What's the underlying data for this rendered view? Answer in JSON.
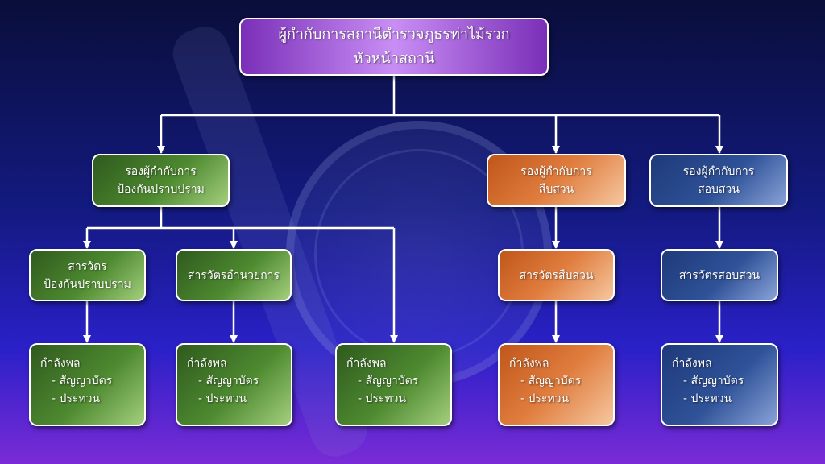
{
  "top": {
    "line1": "ผู้กำกับการสถานีตำรวจภูธรท่าไม้รวก",
    "line2": "หัวหน้าสถานี"
  },
  "deputies": [
    {
      "line1": "รองผู้กำกับการ",
      "line2": "ป้องกันปราบปราม"
    },
    {
      "line1": "รองผู้กำกับการ",
      "line2": "สืบสวน"
    },
    {
      "line1": "รองผู้กำกับการ",
      "line2": "สอบสวน"
    }
  ],
  "inspectors": [
    {
      "line1": "สารวัตร",
      "line2": "ป้องกันปราบปราม"
    },
    {
      "line1": "สารวัตรอำนวยการ",
      "line2": ""
    },
    {
      "line1": "สารวัตรสืบสวน",
      "line2": ""
    },
    {
      "line1": "สารวัตรสอบสวน",
      "line2": ""
    }
  ],
  "staff": {
    "title": "กำลังพล",
    "item1": "- สัญญาบัตร",
    "item2": "- ประทวน"
  },
  "colors": {
    "top": "#a865e0",
    "green": "#4e8a30",
    "orange": "#e07d3e",
    "blue": "#2f5298"
  }
}
